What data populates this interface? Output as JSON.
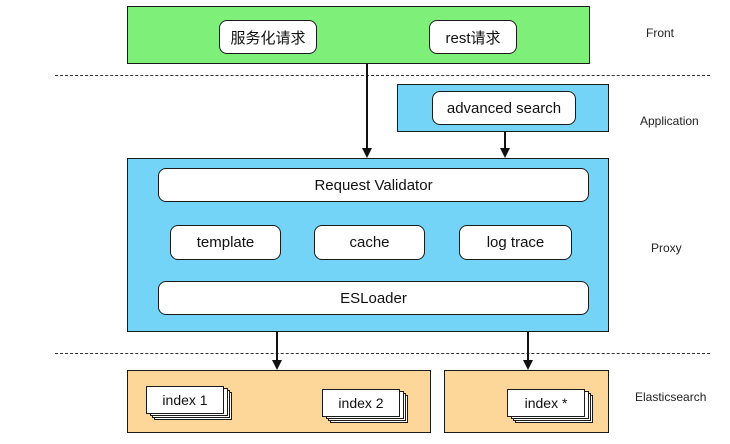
{
  "front": {
    "service_request": "服务化请求",
    "rest_request": "rest请求",
    "label": "Front"
  },
  "application": {
    "advanced_search": "advanced search",
    "label": "Application"
  },
  "proxy": {
    "request_validator": "Request Validator",
    "template": "template",
    "cache": "cache",
    "log_trace": "log trace",
    "esloader": "ESLoader",
    "label": "Proxy"
  },
  "elasticsearch": {
    "index_1": "index 1",
    "index_2": "index 2",
    "index_star": "index *",
    "label": "Elasticsearch"
  },
  "colors": {
    "front_fill": "#7ef07a",
    "application_fill": "#73d4f8",
    "proxy_fill": "#73d4f8",
    "elasticsearch_fill": "#fdd69a"
  }
}
